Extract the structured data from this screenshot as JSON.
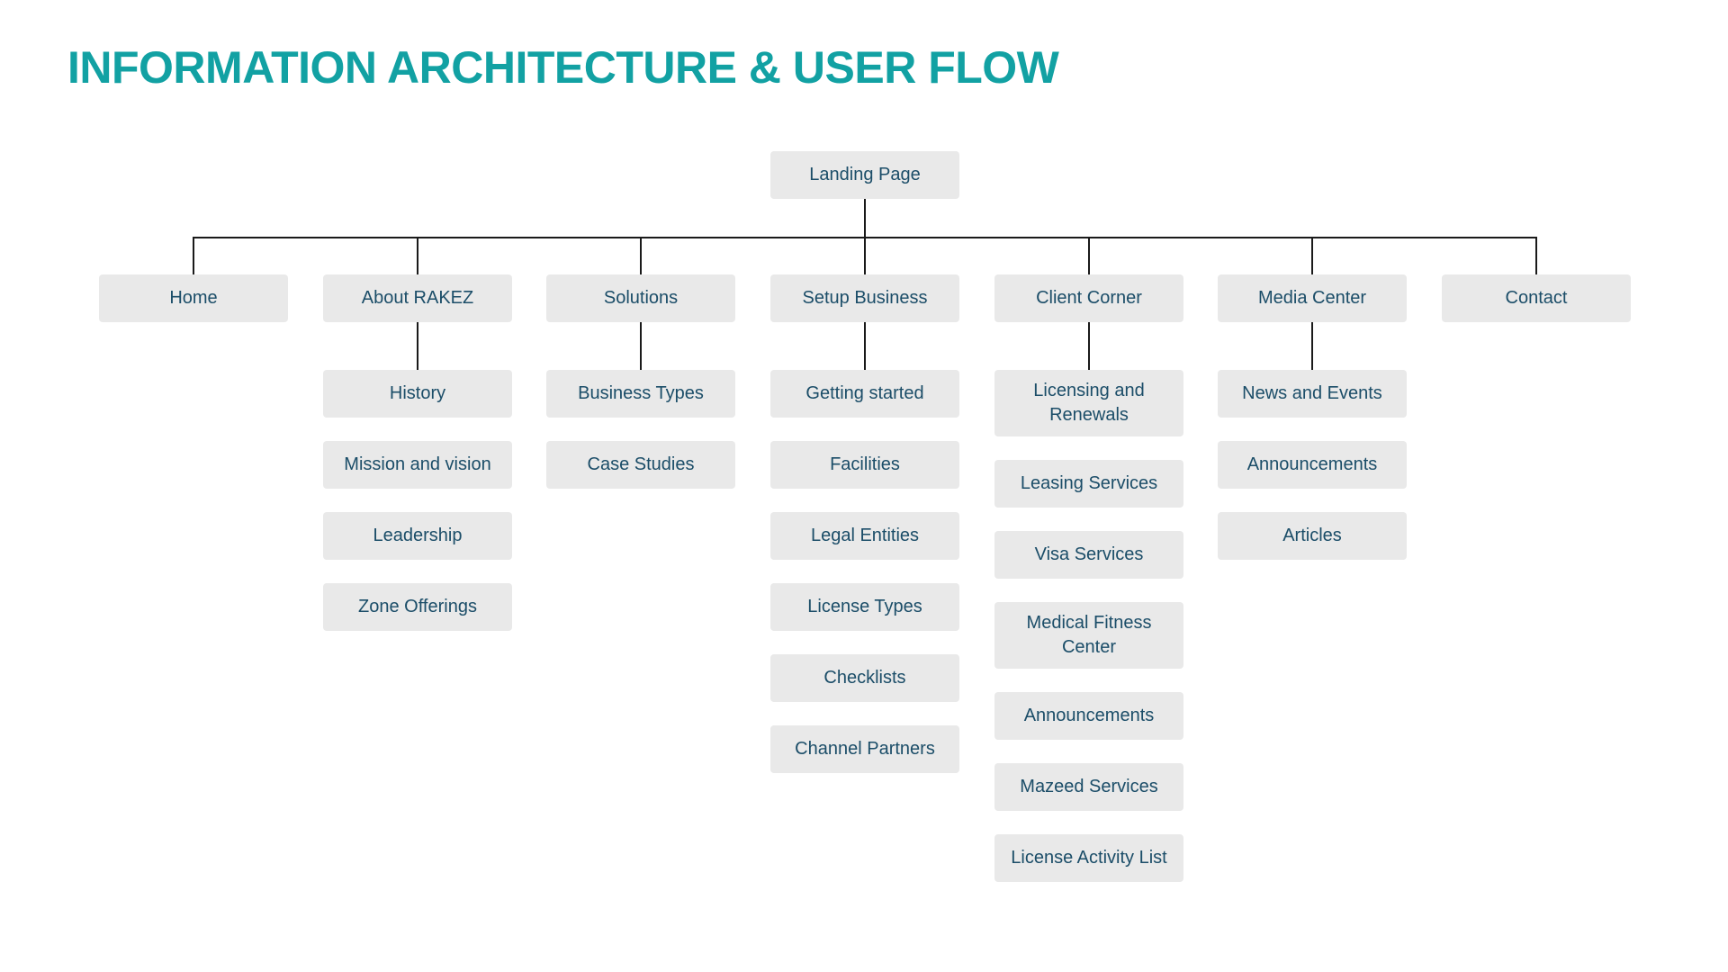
{
  "title": {
    "text": "INFORMATION ARCHITECTURE & USER FLOW"
  },
  "root": {
    "label": "Landing Page"
  },
  "columns": [
    {
      "label": "Home",
      "children": []
    },
    {
      "label": "About RAKEZ",
      "children": [
        "History",
        "Mission and vision",
        "Leadership",
        "Zone Offerings"
      ]
    },
    {
      "label": "Solutions",
      "children": [
        "Business Types",
        "Case Studies"
      ]
    },
    {
      "label": "Setup Business",
      "children": [
        "Getting started",
        "Facilities",
        "Legal Entities",
        "License Types",
        "Checklists",
        "Channel Partners"
      ]
    },
    {
      "label": "Client Corner",
      "children": [
        "Licensing and Renewals",
        "Leasing Services",
        "Visa Services",
        "Medical Fitness Center",
        "Announcements",
        "Mazeed Services",
        "License Activity List"
      ]
    },
    {
      "label": "Media Center",
      "children": [
        "News and Events",
        "Announcements",
        "Articles"
      ]
    },
    {
      "label": "Contact",
      "children": []
    }
  ],
  "colors": {
    "accent_teal": "#12A1A3",
    "node_background": "#E9E9E9",
    "node_text": "#1B4D68",
    "connector_line": "#1A1A1A",
    "page_background": "#FFFFFF"
  }
}
